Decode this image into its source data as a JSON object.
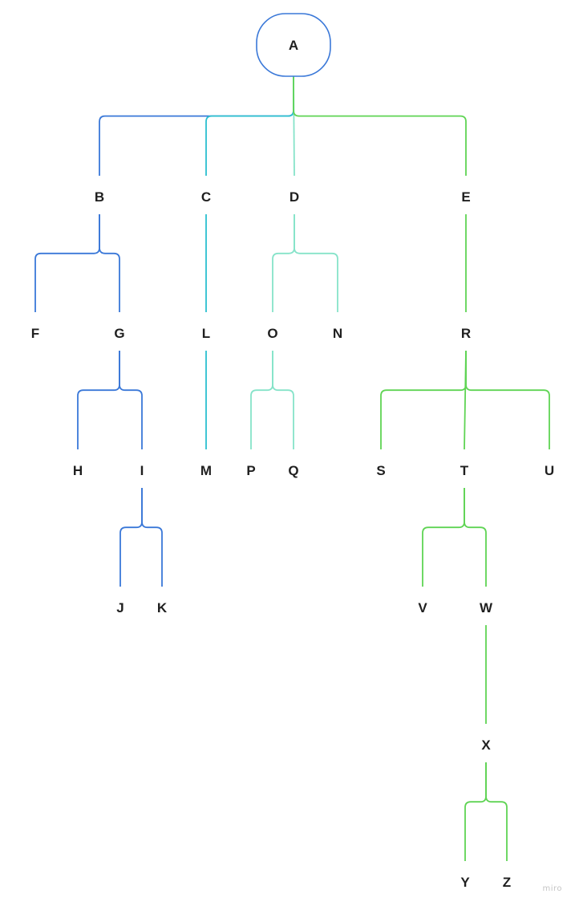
{
  "colors": {
    "blue": "#3a78d8",
    "cyan": "#2bbfcf",
    "mint": "#86e3c9",
    "green": "#5fd454"
  },
  "watermark": "miro",
  "nodes": [
    {
      "id": "A",
      "label": "A",
      "parent": null,
      "branch": "blue"
    },
    {
      "id": "B",
      "label": "B",
      "parent": "A",
      "branch": "blue"
    },
    {
      "id": "C",
      "label": "C",
      "parent": "A",
      "branch": "cyan"
    },
    {
      "id": "D",
      "label": "D",
      "parent": "A",
      "branch": "mint"
    },
    {
      "id": "E",
      "label": "E",
      "parent": "A",
      "branch": "green"
    },
    {
      "id": "F",
      "label": "F",
      "parent": "B",
      "branch": "blue"
    },
    {
      "id": "G",
      "label": "G",
      "parent": "B",
      "branch": "blue"
    },
    {
      "id": "L",
      "label": "L",
      "parent": "C",
      "branch": "cyan"
    },
    {
      "id": "O",
      "label": "O",
      "parent": "D",
      "branch": "mint"
    },
    {
      "id": "N",
      "label": "N",
      "parent": "D",
      "branch": "mint"
    },
    {
      "id": "R",
      "label": "R",
      "parent": "E",
      "branch": "green"
    },
    {
      "id": "H",
      "label": "H",
      "parent": "G",
      "branch": "blue"
    },
    {
      "id": "I",
      "label": "I",
      "parent": "G",
      "branch": "blue"
    },
    {
      "id": "M",
      "label": "M",
      "parent": "L",
      "branch": "cyan"
    },
    {
      "id": "P",
      "label": "P",
      "parent": "O",
      "branch": "mint"
    },
    {
      "id": "Q",
      "label": "Q",
      "parent": "O",
      "branch": "mint"
    },
    {
      "id": "S",
      "label": "S",
      "parent": "R",
      "branch": "green"
    },
    {
      "id": "T",
      "label": "T",
      "parent": "R",
      "branch": "green"
    },
    {
      "id": "U",
      "label": "U",
      "parent": "R",
      "branch": "green"
    },
    {
      "id": "J",
      "label": "J",
      "parent": "I",
      "branch": "blue"
    },
    {
      "id": "K",
      "label": "K",
      "parent": "I",
      "branch": "blue"
    },
    {
      "id": "V",
      "label": "V",
      "parent": "T",
      "branch": "green"
    },
    {
      "id": "W",
      "label": "W",
      "parent": "T",
      "branch": "green"
    },
    {
      "id": "X",
      "label": "X",
      "parent": "W",
      "branch": "green"
    },
    {
      "id": "Y",
      "label": "Y",
      "parent": "X",
      "branch": "green"
    },
    {
      "id": "Z",
      "label": "Z",
      "parent": "X",
      "branch": "green"
    }
  ]
}
